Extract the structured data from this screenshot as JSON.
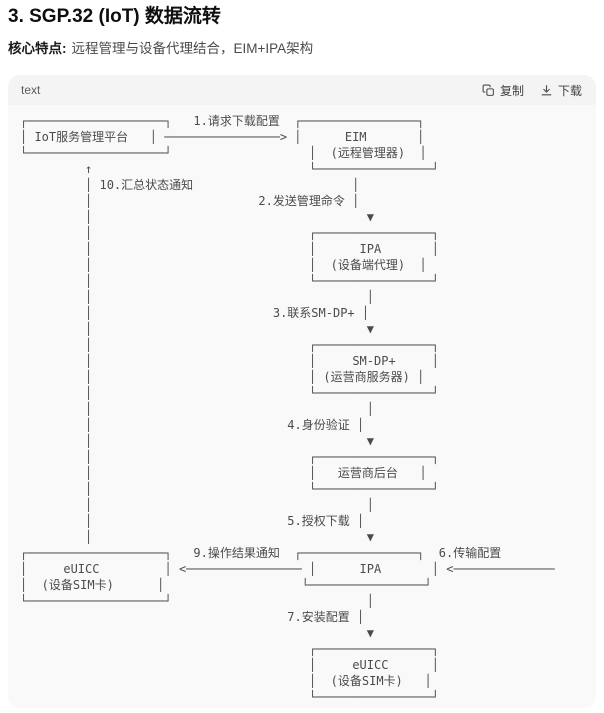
{
  "page": {
    "title": "3. SGP.32 (IoT) 数据流转",
    "feature_label": "核心特点:",
    "feature_text": "远程管理与设备代理结合，EIM+IPA架构"
  },
  "code_block": {
    "language_label": "text",
    "copy_button": "复制",
    "download_button": "下载",
    "icons": {
      "copy": "copy-icon",
      "download": "download-icon"
    },
    "diagram_lines": [
      "┌───────────────────┐   1.请求下载配置  ┌────────────────┐",
      "│ IoT服务管理平台   │ ────────────────> │      EIM       │",
      "└───────────────────┘                   │  (远程管理器)  │",
      "         ↑                              └────────────────┘",
      "         │ 10.汇总状态通知                      │",
      "         │                       2.发送管理命令 │",
      "         │                                      ▼",
      "         │                              ┌────────────────┐",
      "         │                              │      IPA       │",
      "         │                              │  (设备端代理)  │",
      "         │                              └────────────────┘",
      "         │                                      │",
      "         │                         3.联系SM-DP+ │",
      "         │                                      ▼",
      "         │                              ┌────────────────┐",
      "         │                              │     SM-DP+     │",
      "         │                              │ (运营商服务器) │",
      "         │                              └────────────────┘",
      "         │                                      │",
      "         │                           4.身份验证 │",
      "         │                                      ▼",
      "         │                              ┌────────────────┐",
      "         │                              │   运营商后台   │",
      "         │                              └────────────────┘",
      "         │                                      │",
      "         │                           5.授权下载 │",
      "         │                                      ▼",
      "┌───────────────────┐   9.操作结果通知  ┌────────────────┐  6.传输配置",
      "│     eUICC         │ <──────────────── │      IPA       │ <──────────────",
      "│  (设备SIM卡)      │                   └────────────────┘",
      "└───────────────────┘                           │",
      "                                     7.安装配置 │",
      "                                                ▼",
      "                                        ┌────────────────┐",
      "                                        │     eUICC      │",
      "                                        │  (设备SIM卡)   │",
      "                                        └────────────────┘"
    ]
  },
  "colors": {
    "page_bg": "#ffffff",
    "block_bg": "#f9f9f9",
    "block_header_bg": "#f4f4f4",
    "title_text": "#0f0f0f",
    "body_text": "#4a4a4a",
    "code_text": "#4b4b4b",
    "muted_text": "#5d5d5d"
  }
}
